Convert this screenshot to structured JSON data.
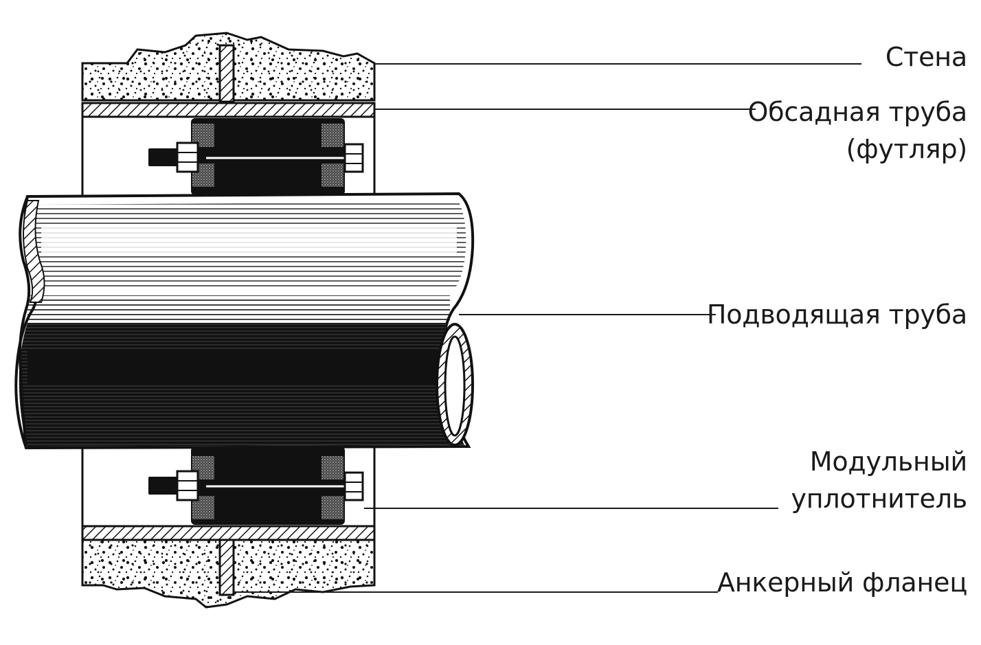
{
  "labels": {
    "wall": "Стена",
    "casing_line1": "Обсадная труба",
    "casing_line2": "(футляр)",
    "supply_pipe": "Подводящая труба",
    "seal_line1": "Модульный",
    "seal_line2": "уплотнитель",
    "anchor_flange": "Анкерный фланец"
  },
  "colors": {
    "ink": "#111111",
    "line": "#1a1a1a",
    "background": "#ffffff"
  }
}
